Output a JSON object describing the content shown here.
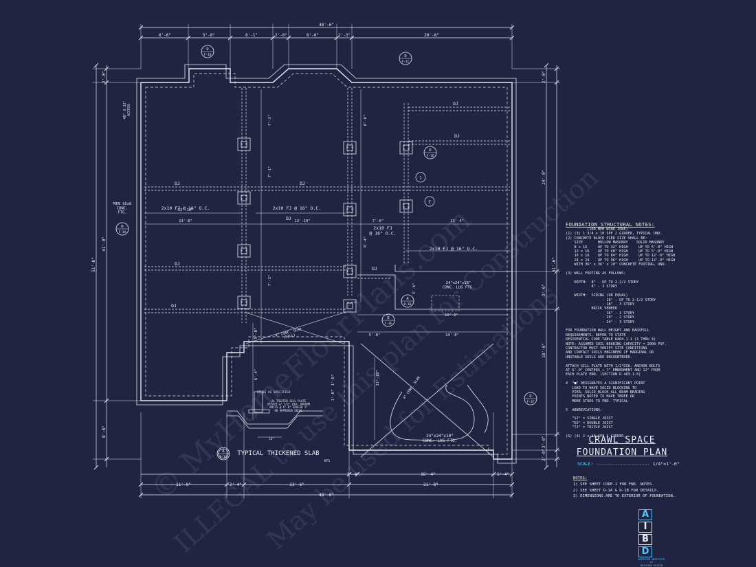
{
  "plan": {
    "overall_top": "48'-6\"",
    "overall_bottom": "48'-6\"",
    "overall_left": "51'-6\"",
    "overall_right": "51'-6\"",
    "top_dims": [
      "6'-6\"",
      "5'-8\"",
      "6'-1\"",
      "2'-0\"",
      "6'-0\"",
      "2'-3\"",
      "20'-8\""
    ],
    "bottom_dims": [
      "11'-8\"",
      "2'-4\"",
      "13'-6\"",
      "21'-8\""
    ],
    "bottom_sub_dims": [
      "1'-4\"",
      "18'-4\"",
      "1'-4\""
    ],
    "left_dims": [
      "2'-0\"",
      "41'-0\"",
      "8'-6\""
    ],
    "right_dims": [
      "2'-0\"",
      "24'-0\"",
      "3'-6\"",
      "18'-0\"",
      "3'-0\"",
      "2'-0\""
    ],
    "interior_dims": [
      "7'-3\"",
      "7'-1\"",
      "7'-3\"",
      "8'-6\"",
      "13'-8\"",
      "8'-4\"",
      "13'-10\"",
      "13'-10\"",
      "13'-4\"",
      "7'-6\"",
      "3'-6\"",
      "10'-0\"",
      "5'-8\"",
      "5'-0\"",
      "6'-4\"",
      "14'-8\"",
      "11'-10\"",
      "1'-8\"",
      "1'-8\""
    ],
    "joist_labels": [
      "DJ",
      "DJ",
      "DJ",
      "DJ",
      "DJ",
      "DJ",
      "DJ",
      "DJ"
    ],
    "framing_notes": [
      "2x10 FJ @ 16\" O.C.",
      "2x10 FJ @ 16\" O.C.",
      "2x10 FJ @ 16\" O.C.",
      "2x10 FJ\n@ 16\" O.C."
    ],
    "access": "48\" X 32\"\nACCESS",
    "footing_note": "MIN 16x8\nCONC.\nFTG.",
    "lug_ftg_1": "24\"x24\"x10\"\nCONC. LUG FTG.",
    "lug_ftg_2": "24\"x24\"x10\"\nCONC. LUG FTG.",
    "slab_1": "4\" CONC. SLAB\n(FILL)",
    "slab_2": "4\" CONC. SLAB",
    "section_tags": [
      {
        "letter": "A",
        "sheet": "D-1A"
      },
      {
        "letter": "D",
        "sheet": "F-1A"
      },
      {
        "letter": "D",
        "sheet": "F-1B"
      },
      {
        "letter": "D",
        "sheet": "F-1C"
      },
      {
        "letter": "D",
        "sheet": "F-1D"
      },
      {
        "letter": "D",
        "sheet": "F-1E"
      },
      {
        "letter": "A",
        "sheet": "D-1B"
      },
      {
        "letter": "D",
        "sheet": "F-1F"
      }
    ],
    "callouts": [
      "1",
      "2"
    ],
    "detail_notes": [
      "STUDS AS SPECIFIED",
      "2x TREATED SILL PLATE\nATTACH w/ 1/2\" DIA. ANCHOR\nBOLTS @ 6'-0\" SPACED 1\"\nOR APPROVED EQUAL",
      "16\""
    ],
    "detail_title": "TYPICAL THICKENED SLAB",
    "detail_letter": "A",
    "detail_nts": "NTS"
  },
  "notes": {
    "title": "FOUNDATION STRUCTURAL NOTES:",
    "lines": [
      "          (100 MPH WIND ZONE)",
      "(1) (3) 1 3/4 x 10 SPF 2 GIRDER, TYPICAL UNO.",
      "(2) CONCRETE BLOCK PIER SIZE SHALL BE:",
      "    SIZE       HOLLOW MASONRY    SOLID MASONRY",
      "    8 x 16     UP TO 32\" HIGH     UP TO 5'-0\" HIGH",
      "    12 x 16    UP TO 48\" HIGH     UP TO 5'-0\" HIGH",
      "    16 x 16    UP TO 64\" HIGH     UP TO 12'-0\" HIGH",
      "    24 x 24    UP TO 96\" HIGH     UP TO 12'-0\" HIGH",
      "    WITH 36\" x 36\" x 10\" CONCRETE FOOTING, UNO.",
      "",
      "(3) WALL FOOTING AS FOLLOWS:",
      "",
      "    DEPTH:  8\" - UP TO 2-1/2 STORY",
      "            8\" - 3 STORY",
      "",
      "    WIDTH:  SIDING (OR EQUAL)",
      "                 - 16\" - UP TO 2-1/2 STORY",
      "                 - 18\" - 3 STORY",
      "            BRICK VENEER",
      "                 - 16\" - 1 STORY",
      "                 - 20\" - 2 STORY",
      "                 - 24\" - 3 STORY",
      "",
      "FOR FOUNDATION WALL HEIGHT AND BACKFILL",
      "REQUIREMENTS, REFER TO STATE",
      "RESIDENTIAL CODE TABLE R404.1.1 (1 THRU 4)",
      "NOTE: ASSUMED SOIL BEARING CAPACITY = 2000 PSF.",
      "CONTRACTOR MUST VERIFY SITE CONDITIONS",
      "AND CONTACT SOILS ENGINEER IF MARGINAL OR",
      "UNSTABLE SOILS ARE ENCOUNTERED.",
      "",
      "ATTACH SILL PLATE WITH 1/2\"DIA. ANCHOR BOLTS",
      "AT 6'-0\" CENTERS + 7\" EMBEDMENT AND 12\" FROM",
      "EACH PLATE END. (SECTION R 403.1.6)",
      "",
      "4  \"■\" DESIGNATES A SIGNIFICANT POINT",
      "   LOAD TO HAVE SOLID BLOCKING TO",
      "   PIER, SOLID BLOCK ALL BEAM BEARING",
      "   POINTS NOTED TO HAVE THREE OR",
      "   MORE STUDS TO FND. TYPICAL",
      "",
      "5  ABBREVIATIONS:",
      "",
      "   \"SJ\" = SINGLE JOIST",
      "   \"DJ\" = DOUBLE JOIST",
      "   \"TJ\" = TRIPLE JOIST",
      "",
      "(6) (4) 2 x 10 SPF 2 GIRDER."
    ]
  },
  "title_block": {
    "line1": "CRAWL SPACE",
    "line2": "FOUNDATION PLAN",
    "scale_label": "SCALE:",
    "scale_dashes": "--------------------",
    "scale_value": "1/4\"=1'-0\""
  },
  "general_notes": {
    "title": "NOTES:",
    "items": [
      "1) SEE SHEET CODE-1 FOR FND. NOTES.",
      "2) SEE SHEET D-1A & D-1B FOR DETAILS.",
      "3) DIMENSIONS ARE TO EXTERIOR OF FOUNDATION."
    ]
  },
  "logo": {
    "letters": [
      "A",
      "I",
      "B",
      "D"
    ],
    "caption": "AMERICAN INSTITUTE\nof\nBUILDING DESIGN"
  },
  "watermarks": [
    "© MyHomeFloorPlans.com",
    "ILLEGAL to use this plan for Construction",
    "May be used for Estimations"
  ],
  "colors": {
    "background": "#1f2540",
    "lines": "#e8ecf5",
    "accent": "#58c5ff"
  }
}
